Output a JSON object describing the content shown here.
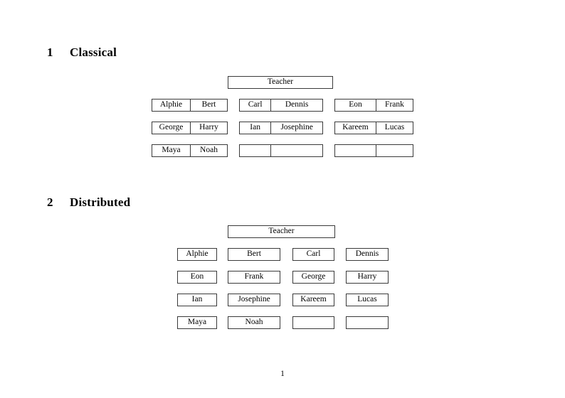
{
  "document": {
    "page_number": "1"
  },
  "sections": [
    {
      "number": "1",
      "title": "Classical",
      "root": {
        "label": "Teacher"
      },
      "groups": [
        {
          "rows": [
            {
              "cells": [
                "Alphie",
                "Bert"
              ]
            },
            {
              "cells": [
                "George",
                "Harry"
              ]
            },
            {
              "cells": [
                "Maya",
                "Noah"
              ]
            }
          ]
        },
        {
          "rows": [
            {
              "cells": [
                "Carl",
                "Dennis"
              ]
            },
            {
              "cells": [
                "Ian",
                "Josephine"
              ]
            },
            {
              "cells": [
                "",
                ""
              ]
            }
          ]
        },
        {
          "rows": [
            {
              "cells": [
                "Eon",
                "Frank"
              ]
            },
            {
              "cells": [
                "Kareem",
                "Lucas"
              ]
            },
            {
              "cells": [
                "",
                ""
              ]
            }
          ]
        }
      ]
    },
    {
      "number": "2",
      "title": "Distributed",
      "root": {
        "label": "Teacher"
      },
      "rows": [
        {
          "cells": [
            "Alphie",
            "Bert",
            "Carl",
            "Dennis"
          ]
        },
        {
          "cells": [
            "Eon",
            "Frank",
            "George",
            "Harry"
          ]
        },
        {
          "cells": [
            "Ian",
            "Josephine",
            "Kareem",
            "Lucas"
          ]
        },
        {
          "cells": [
            "Maya",
            "Noah",
            "",
            ""
          ]
        }
      ]
    }
  ]
}
